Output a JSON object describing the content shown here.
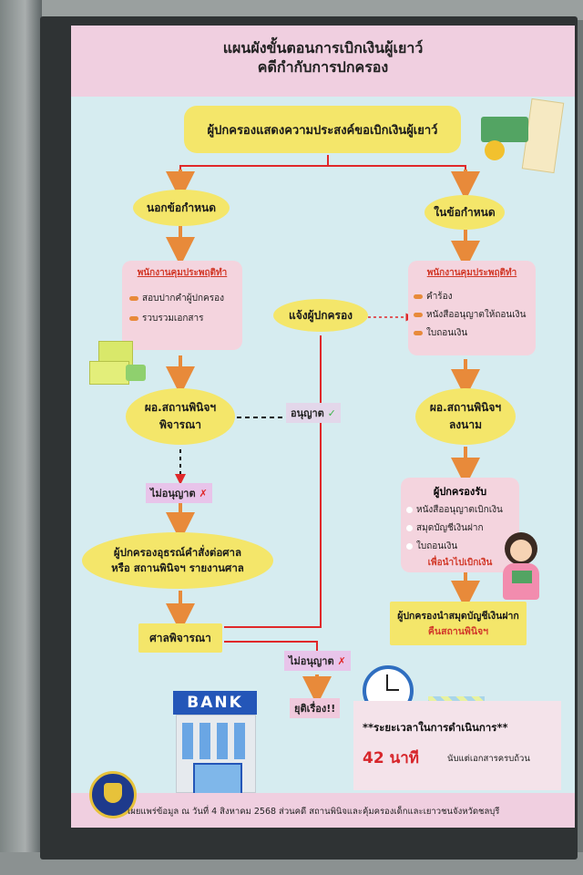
{
  "poster": {
    "title_line1": "แผนผังขั้นตอนการเบิกเงินผู้เยาว์",
    "title_line2": "คดีกำกับการปกครอง",
    "top_box": "ผู้ปกครองแสดงความประสงค์ขอเบิกเงินผู้เยาว์",
    "left": {
      "branch": "นอกข้อกำหนด",
      "officer_title": "พนักงานคุมประพฤติทำ",
      "officer_items": [
        "สอบปากคำผู้ปกครอง",
        "รวบรวมเอกสาร"
      ],
      "director": [
        "ผอ.สถานพินิจฯ",
        "พิจารณา"
      ],
      "denied": "ไม่อนุญาต",
      "appeal": [
        "ผู้ปกครองอุธรณ์คำสั่งต่อศาล",
        "หรือ สถานพินิจฯ รายงานศาล"
      ],
      "court": "ศาลพิจารณา",
      "court_denied": "ไม่อนุญาต",
      "end": "ยุติเรื่อง!!"
    },
    "middle": {
      "notify": "แจ้งผู้ปกครอง",
      "approved": "อนุญาต"
    },
    "right": {
      "branch": "ในข้อกำหนด",
      "officer_title": "พนักงานคุมประพฤติทำ",
      "officer_items": [
        "คำร้อง",
        "หนังสืออนุญาตให้ถอนเงิน",
        "ใบถอนเงิน"
      ],
      "director": [
        "ผอ.สถานพินิจฯ",
        "ลงนาม"
      ],
      "receive_title": "ผู้ปกครองรับ",
      "receive_items": [
        "หนังสืออนุญาตเบิกเงิน",
        "สมุดบัญชีเงินฝาก",
        "ใบถอนเงิน"
      ],
      "receive_note": "เพื่อนำไปเบิกเงิน",
      "return_line1": "ผู้ปกครองนำสมุดบัญชีเงินฝาก",
      "return_line2": "คืนสถานพินิจฯ"
    },
    "bank_label": "BANK",
    "time_title": "**ระยะเวลาในการดำเนินการ**",
    "time_value": "42 นาที",
    "time_suffix": "นับแต่เอกสารครบถ้วน",
    "footer": "เผยแพร่ข้อมูล ณ วันที่ 4 สิงหาคม 2568    ส่วนคดี สถานพินิจและคุ้มครองเด็กและเยาวชนจังหวัดชลบุรี"
  },
  "colors": {
    "yellow": "#f4e66a",
    "pink": "#f4d4de",
    "header": "#f0cfe0",
    "arrow": "#e88a3a",
    "line": "#e0282a"
  }
}
